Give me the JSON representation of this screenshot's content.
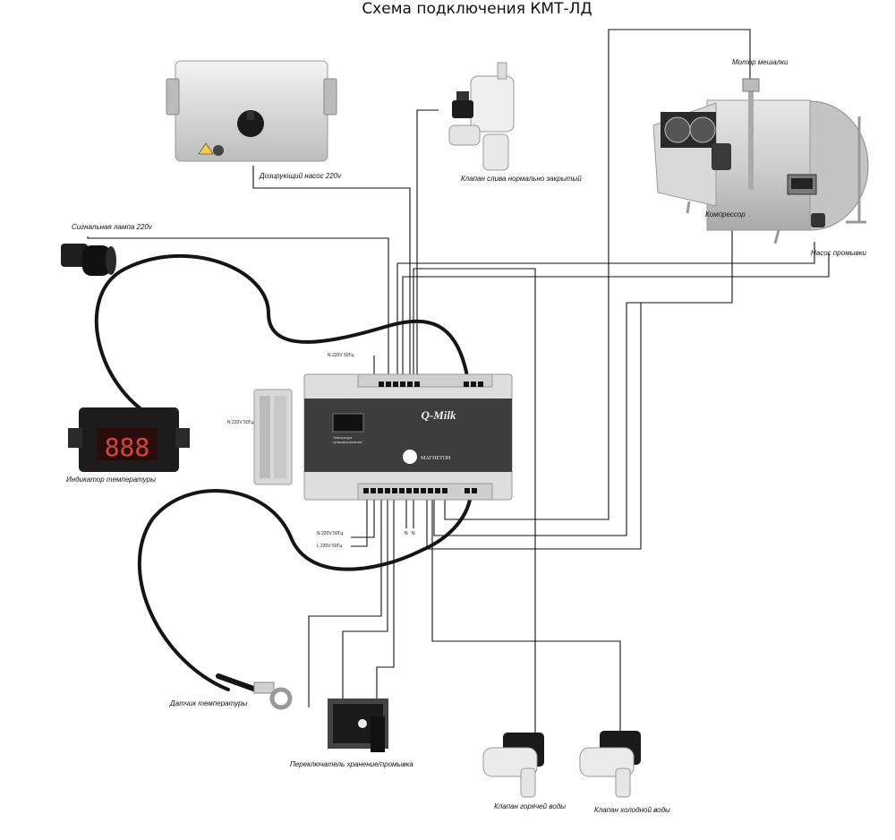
{
  "title": "Схема подключения КМТ-ЛД",
  "controller": {
    "brand": "Q-Milk",
    "maker": "МАГНЕТОН",
    "dip_label_1": "Температура",
    "dip_label_2": "промывка/хранение"
  },
  "labels": {
    "dosing_pump": "Дозирующий насос 220v",
    "drain_valve": "Клапан слива нормально закрытый",
    "stirrer_motor": "Мотор мешалки",
    "compressor": "Компрессор",
    "wash_pump": "Насос промывки",
    "signal_lamp": "Сигнальная лампа 220v",
    "temp_indicator": "Индикатор температуры",
    "temp_sensor": "Датчик температуры",
    "mode_switch": "Переключатель хранение/промывка",
    "hot_valve": "Клапан горячей воды",
    "cold_valve": "Клапан холодной воды"
  },
  "terminal_labels": {
    "top_n": "N 220V 50Гц",
    "side_n": "N 220V 50Гц",
    "bottom_n": "N 220V 50Гц",
    "bottom_l": "L 220V 50Гц",
    "n1": "N",
    "n2": "N"
  },
  "indicator": {
    "digits": "888",
    "digit_color": "#d8453a"
  }
}
